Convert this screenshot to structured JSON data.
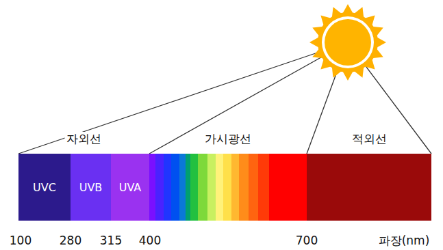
{
  "diagram": {
    "nodes": [
      {
        "text": [
          "자외선"
        ]
      },
      {
        "text": [
          "UVC"
        ],
        "in": 0
      },
      {
        "text": [
          "UVB"
        ],
        "in": 0
      },
      {
        "text": [
          "UVA"
        ],
        "in": 0
      },
      {
        "text": [
          "가시광선"
        ]
      },
      {
        "text": [
          "적외선"
        ]
      }
    ],
    "labels": [
      "100",
      "280",
      "315",
      "400",
      "700",
      "파장(nm)"
    ]
  }
}
